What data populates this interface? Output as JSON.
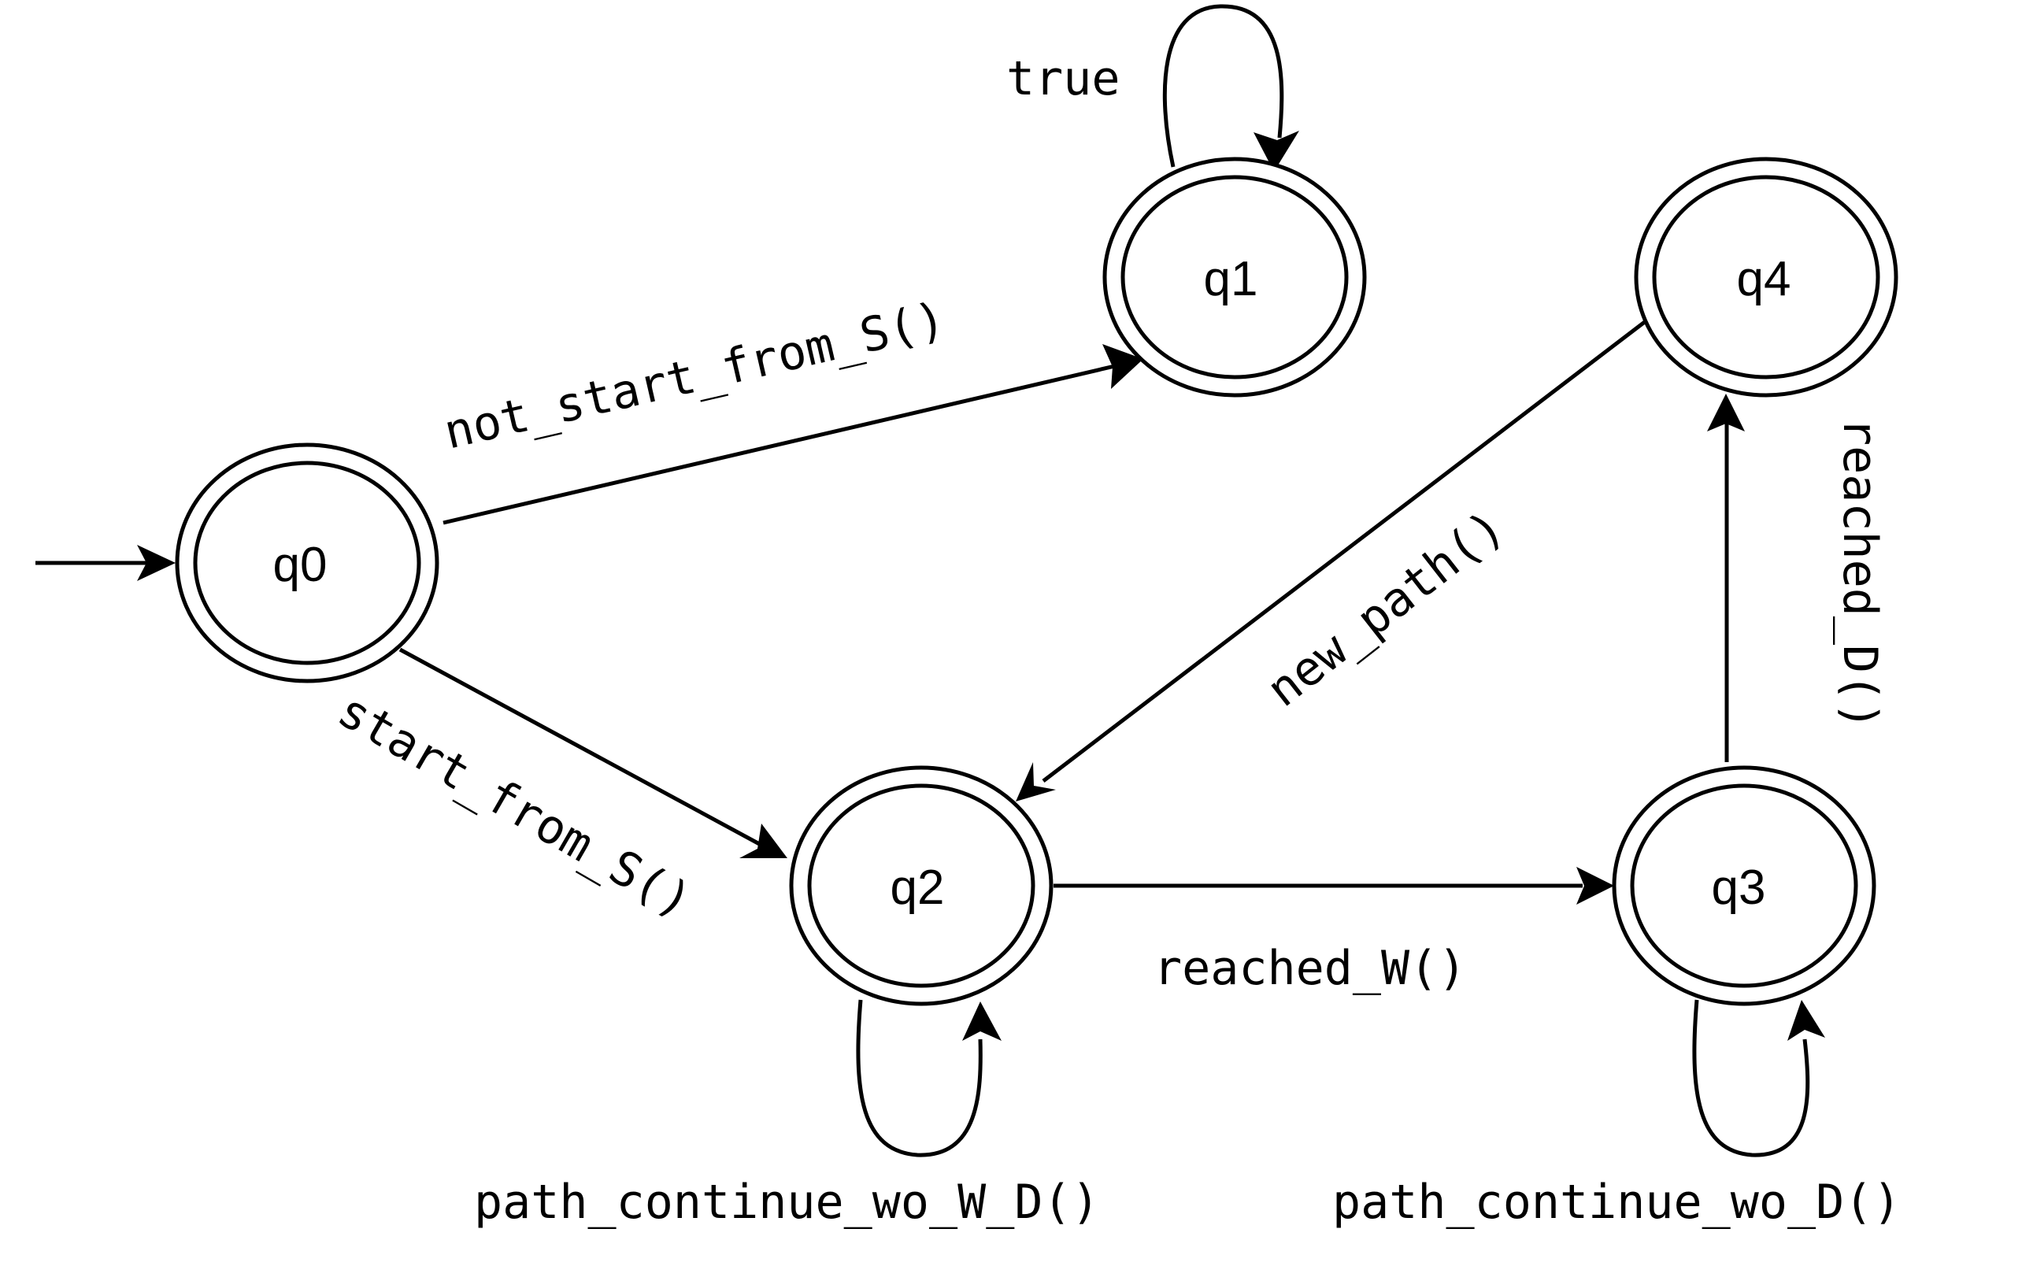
{
  "diagram": {
    "type": "state-machine",
    "initial_state": "q0",
    "states": [
      {
        "id": "q0",
        "label": "q0",
        "accepting": true
      },
      {
        "id": "q1",
        "label": "q1",
        "accepting": true
      },
      {
        "id": "q2",
        "label": "q2",
        "accepting": true
      },
      {
        "id": "q3",
        "label": "q3",
        "accepting": true
      },
      {
        "id": "q4",
        "label": "q4",
        "accepting": true
      }
    ],
    "transitions": [
      {
        "from": "q0",
        "to": "q1",
        "label": "not_start_from_S()"
      },
      {
        "from": "q0",
        "to": "q2",
        "label": "start_from_S()"
      },
      {
        "from": "q1",
        "to": "q1",
        "label": "true"
      },
      {
        "from": "q2",
        "to": "q2",
        "label": "path_continue_wo_W_D()"
      },
      {
        "from": "q2",
        "to": "q3",
        "label": "reached_W()"
      },
      {
        "from": "q3",
        "to": "q3",
        "label": "path_continue_wo_D()"
      },
      {
        "from": "q3",
        "to": "q4",
        "label": "reached_D()"
      },
      {
        "from": "q4",
        "to": "q2",
        "label": "new_path()"
      }
    ]
  }
}
